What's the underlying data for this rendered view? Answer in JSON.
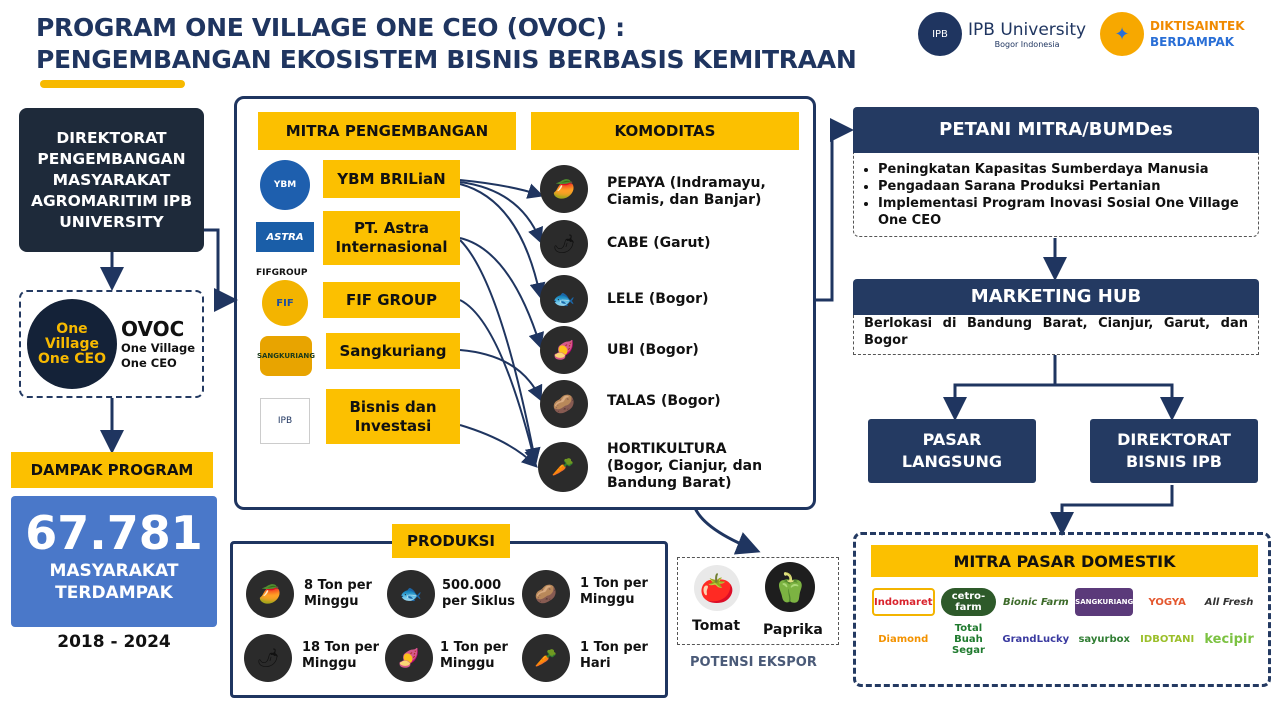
{
  "header": {
    "title_line1": "PROGRAM ONE VILLAGE ONE CEO (OVOC) :",
    "title_line2": "PENGEMBANGAN EKOSISTEM BISNIS BERBASIS KEMITRAAN",
    "logo_ipb": "IPB University",
    "logo_ipb_sub": "Bogor Indonesia",
    "logo_dikti1": "DIKTISAINTEK",
    "logo_dikti2": "BERDAMPAK"
  },
  "left": {
    "directorate": "DIREKTORAT PENGEMBANGAN MASYARAKAT AGROMARITIM IPB UNIVERSITY",
    "ovoc_title": "OVOC",
    "ovoc_sub": "One Village One CEO",
    "impact_label": "DAMPAK PROGRAM",
    "impact_number": "67.781",
    "impact_text": "MASYARAKAT TERDAMPAK",
    "period": "2018 - 2024"
  },
  "mitra": {
    "header": "MITRA PENGEMBANGAN",
    "items": [
      {
        "label": "YBM BRILiaN",
        "logo": "YBM"
      },
      {
        "label": "PT. Astra Internasional",
        "logo": "ASTRA"
      },
      {
        "label": "FIF GROUP",
        "logo": "FIF"
      },
      {
        "label": "Sangkuriang",
        "logo": "SANGKURIANG"
      },
      {
        "label": "Bisnis dan Investasi",
        "logo": "IPB"
      }
    ],
    "fif_caption": "FIFGROUP"
  },
  "komoditas": {
    "header": "KOMODITAS",
    "items": [
      {
        "label": "PEPAYA (Indramayu, Ciamis, dan Banjar)",
        "icon": "🥭"
      },
      {
        "label": "CABE (Garut)",
        "icon": "🌶"
      },
      {
        "label": "LELE (Bogor)",
        "icon": "🐟"
      },
      {
        "label": "UBI (Bogor)",
        "icon": "🍠"
      },
      {
        "label": "TALAS (Bogor)",
        "icon": "🥔"
      },
      {
        "label": "HORTIKULTURA (Bogor, Cianjur, dan Bandung Barat)",
        "icon": "🥕"
      }
    ]
  },
  "produksi": {
    "header": "PRODUKSI",
    "items": [
      {
        "label": "8 Ton per Minggu",
        "icon": "🥭"
      },
      {
        "label": "500.000 per Siklus",
        "icon": "🐟"
      },
      {
        "label": "1 Ton per Minggu",
        "icon": "🥔"
      },
      {
        "label": "18 Ton per Minggu",
        "icon": "🌶"
      },
      {
        "label": "1 Ton per Minggu",
        "icon": "🍠"
      },
      {
        "label": "1 Ton per Hari",
        "icon": "🥕"
      }
    ]
  },
  "ekspor": {
    "label": "POTENSI EKSPOR",
    "items": [
      {
        "label": "Tomat",
        "icon": "🍅"
      },
      {
        "label": "Paprika",
        "icon": "🫑"
      }
    ]
  },
  "right": {
    "petani_header": "PETANI MITRA/BUMDes",
    "petani_points": [
      "Peningkatan Kapasitas Sumberdaya Manusia",
      "Pengadaan Sarana Produksi Pertanian",
      "Implementasi Program Inovasi Sosial One Village One CEO"
    ],
    "hub_header": "MARKETING HUB",
    "hub_text": "Berlokasi di Bandung Barat, Cianjur, Garut, dan Bogor",
    "pasar": "PASAR LANGSUNG",
    "direktorat_bisnis": "DIREKTORAT BISNIS IPB",
    "domestik_header": "MITRA PASAR DOMESTIK",
    "domestik_logos": [
      {
        "name": "Indomaret",
        "color": "#d9232d"
      },
      {
        "name": "cetro-farm",
        "color": "#2e5a2a"
      },
      {
        "name": "Bionic Farm",
        "color": "#3d6b2a"
      },
      {
        "name": "SANGKURIANG",
        "color": "#5b3a7a"
      },
      {
        "name": "YOGYA",
        "color": "#e4572e"
      },
      {
        "name": "All Fresh",
        "color": "#333333"
      },
      {
        "name": "Diamond",
        "color": "#f39200"
      },
      {
        "name": "Total Buah Segar",
        "color": "#1f7a2e"
      },
      {
        "name": "GrandLucky",
        "color": "#3a3aa0"
      },
      {
        "name": "sayurbox",
        "color": "#2f7d32"
      },
      {
        "name": "IDBOTANI",
        "color": "#9bbf2a"
      },
      {
        "name": "kecipir",
        "color": "#7cc242"
      }
    ]
  }
}
